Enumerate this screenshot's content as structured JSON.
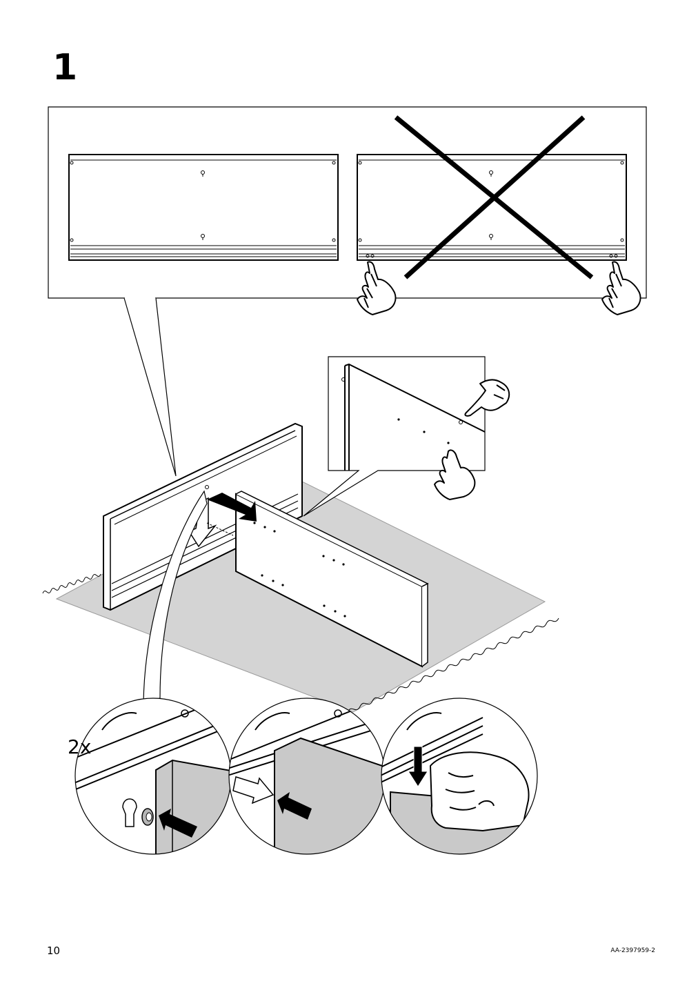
{
  "step": {
    "number": "1"
  },
  "detail": {
    "quantity": "2x"
  },
  "footer": {
    "page_number": "10",
    "document_code": "AA-2397959-2"
  },
  "colors": {
    "rug": "#d4d4d4",
    "panel_shade": "#c9c9c9",
    "line": "#000000",
    "arrow_fill": "#000000",
    "arrow_outline": "#ffffff"
  },
  "icons": [
    "pointing-hand-icon",
    "cross-mark-icon",
    "push-arrow-icon",
    "down-arrow-icon",
    "keyhole-slot-icon",
    "dowel-icon"
  ]
}
